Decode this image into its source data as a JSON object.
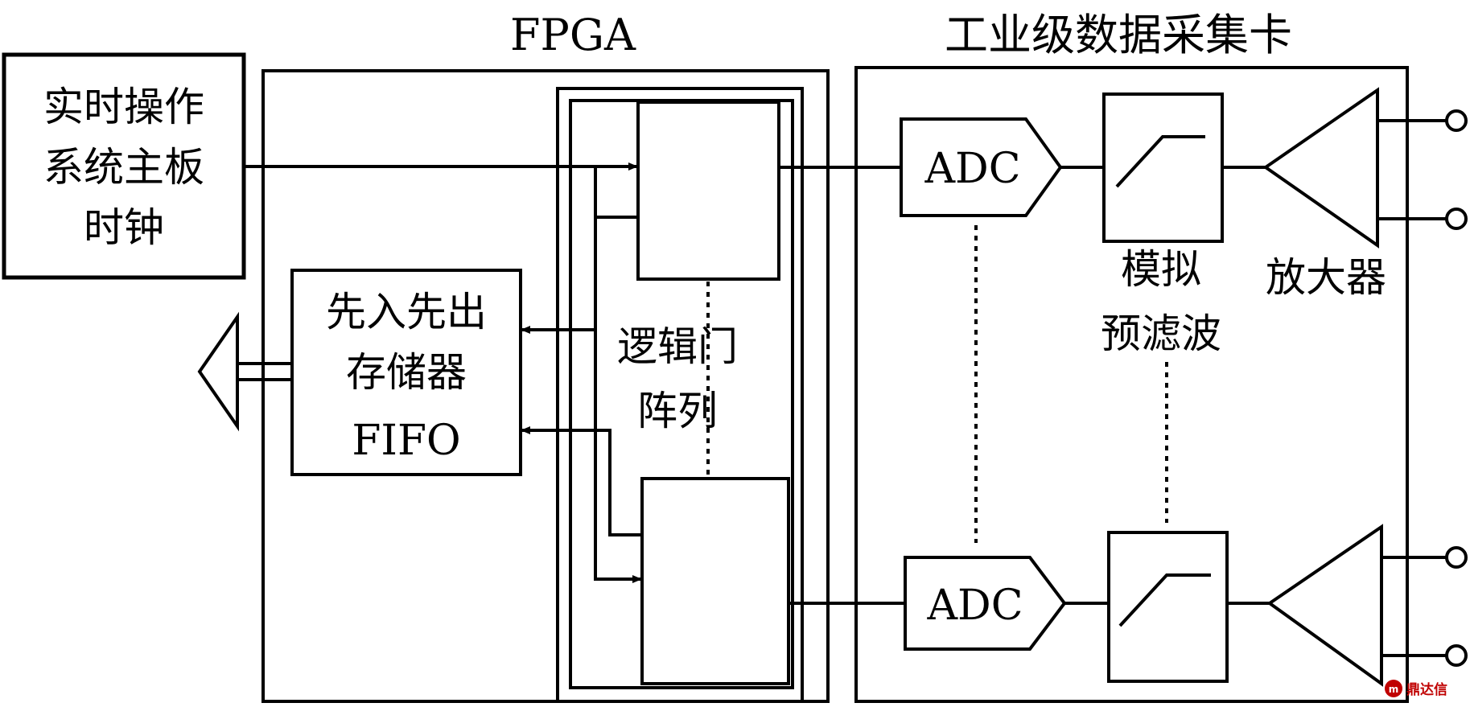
{
  "labels": {
    "fpga_title": "FPGA",
    "daq_title": "工业级数据采集卡",
    "rtos_line1": "实时操作",
    "rtos_line2": "系统主板",
    "rtos_line3": "时钟",
    "fifo_line1": "先入先出",
    "fifo_line2": "存储器",
    "fifo_line3": "FIFO",
    "gate_line1": "逻辑门",
    "gate_line2": "阵列",
    "adc_top": "ADC",
    "adc_bottom": "ADC",
    "filter_line1": "模拟",
    "filter_line2": "预滤波",
    "amp": "放大器"
  },
  "watermark": {
    "text": "鼎达信",
    "color": "#c00000"
  }
}
